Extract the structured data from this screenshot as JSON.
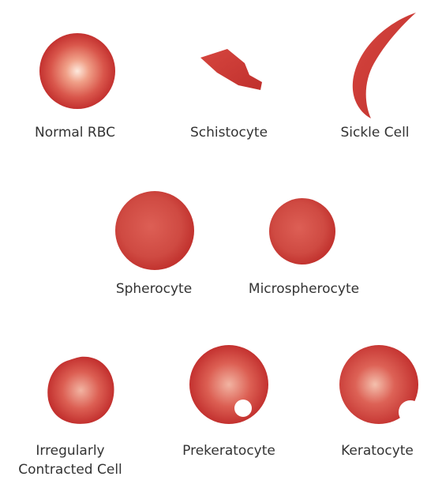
{
  "colors": {
    "cell_rim": "#c3312f",
    "cell_mid": "#d9584e",
    "cell_highlight": "#fbe6da",
    "cell_dark": "#b52b2a",
    "label_text": "#333333",
    "background": "#ffffff"
  },
  "labels": {
    "normal_rbc": "Normal RBC",
    "schistocyte": "Schistocyte",
    "sickle_cell": "Sickle Cell",
    "spherocyte": "Spherocyte",
    "microspherocyte": "Microspherocyte",
    "irregularly_contracted_line1": "Irregularly",
    "irregularly_contracted_line2": "Contracted Cell",
    "prekeratocyte": "Prekeratocyte",
    "keratocyte": "Keratocyte"
  }
}
